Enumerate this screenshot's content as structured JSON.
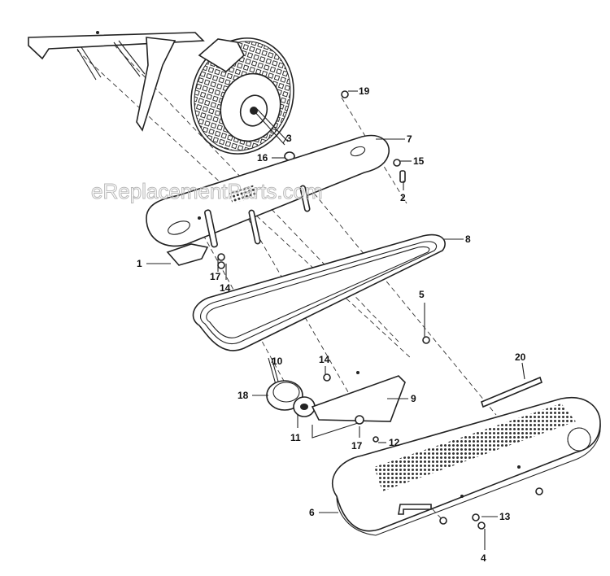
{
  "watermark": "eReplacementParts.com",
  "callouts": {
    "c1": "1",
    "c2": "2",
    "c3": "3",
    "c4": "4",
    "c5": "5",
    "c6": "6",
    "c7": "7",
    "c8": "8",
    "c9": "9",
    "c10": "10",
    "c11": "11",
    "c12": "12",
    "c13": "13",
    "c14a": "14",
    "c14b": "14",
    "c15": "15",
    "c16": "16",
    "c17a": "17",
    "c17b": "17",
    "c18": "18",
    "c19": "19",
    "c20": "20"
  }
}
